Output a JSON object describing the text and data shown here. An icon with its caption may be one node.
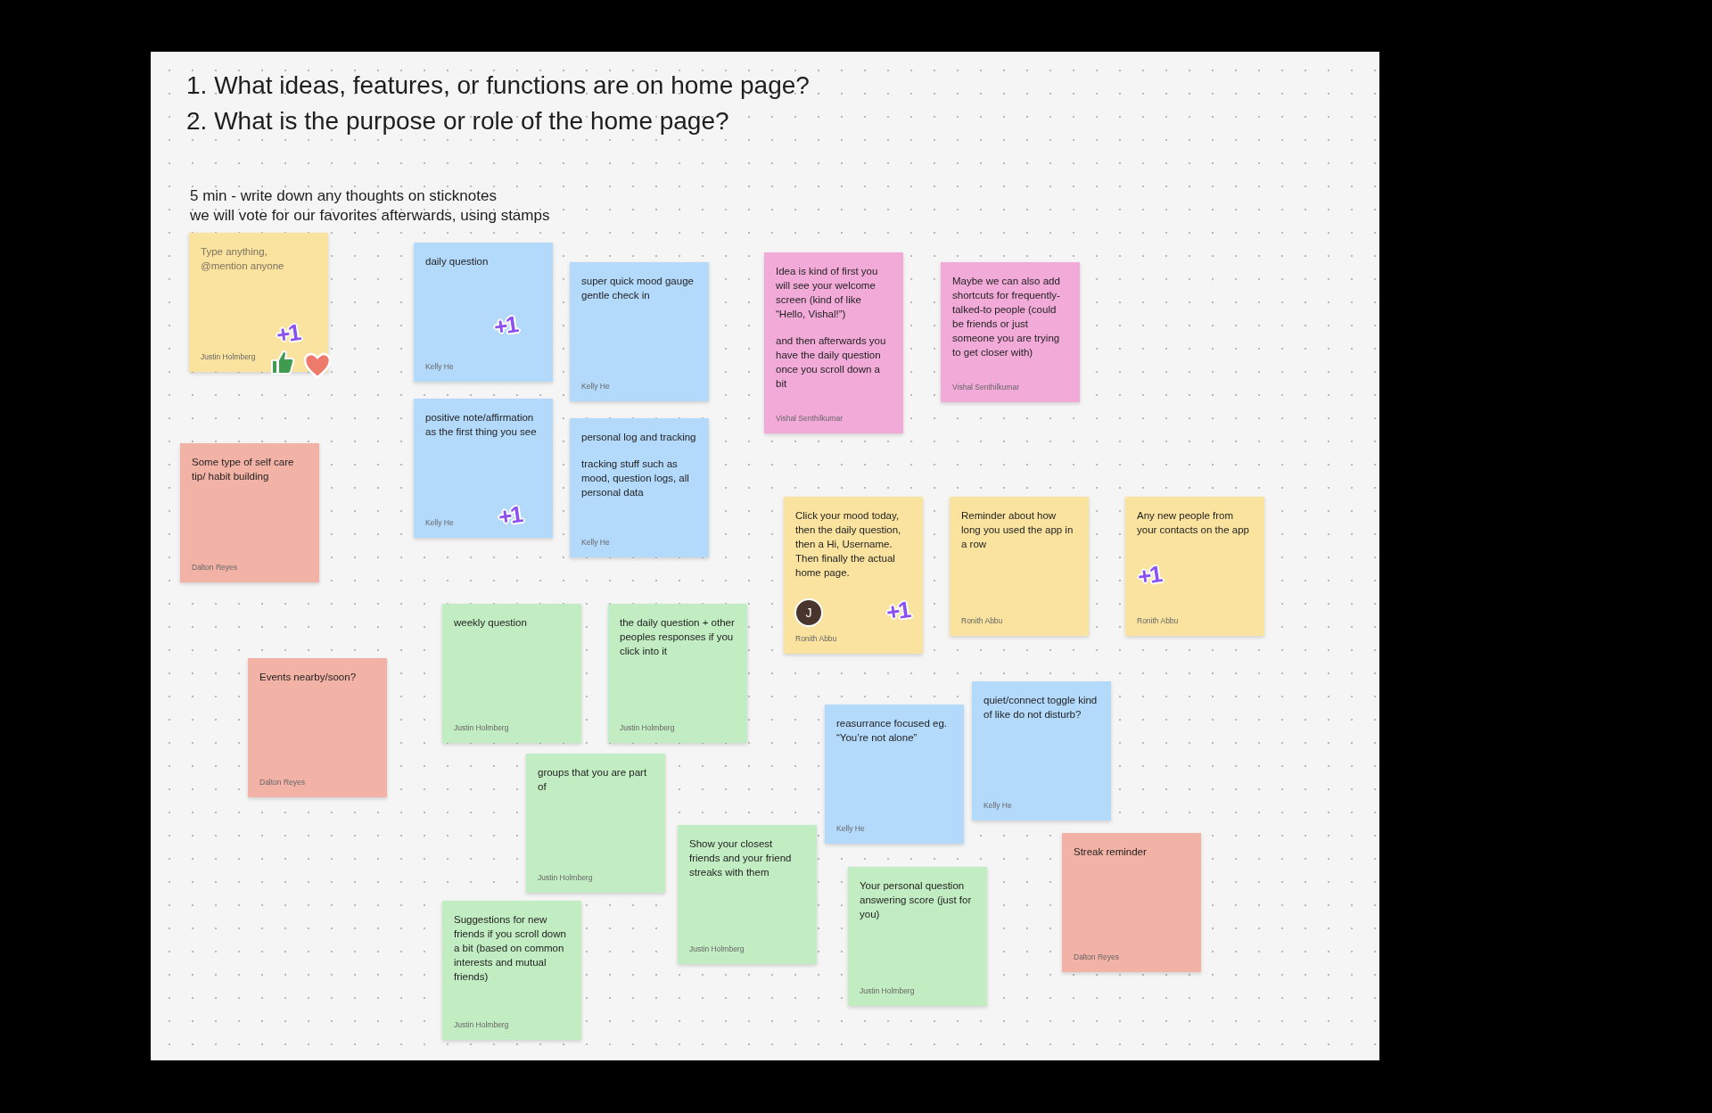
{
  "diagram": {
    "nodes": [
      {
        "text": [
          "Type anything, @mention anyone",
          "Justin Holmberg",
          "+1"
        ]
      },
      {
        "text": [
          "daily question",
          "Kelly He",
          "+1"
        ]
      },
      {
        "text": [
          "super quick mood gauge gentle check in",
          "Kelly He"
        ]
      },
      {
        "text": [
          "positive note/affirmation as the first thing you see",
          "Kelly He",
          "+1"
        ]
      },
      {
        "text": [
          "personal log and tracking",
          "tracking stuff such as mood, question logs, all personal data",
          "Kelly He"
        ]
      },
      {
        "text": [
          "Some type of self care tip/ habit building",
          "Dalton Reyes"
        ]
      },
      {
        "text": [
          "Idea is kind of first you will see your welcome screen (kind of like “Hello, Vishal!”)",
          "and then afterwards you have the daily question once you scroll down a bit",
          "Vishal Senthilkumar"
        ]
      },
      {
        "text": [
          "Maybe we can also add shortcuts for frequently-talked-to people (could be friends or just someone you are trying to get closer with)",
          "Vishal Senthilkumar"
        ]
      },
      {
        "text": [
          "Click your mood today, then the daily question, then a Hi, Username. Then finally the actual home page.",
          "Ronith Abbu",
          "+1"
        ]
      },
      {
        "text": [
          "Reminder about how long you used the app in a row",
          "Ronith Abbu"
        ]
      },
      {
        "text": [
          "Any new people from your contacts on the app",
          "Ronith Abbu",
          "+1"
        ]
      },
      {
        "text": [
          "Events nearby/soon?",
          "Dalton Reyes"
        ]
      },
      {
        "text": [
          "weekly question",
          "Justin Holmberg"
        ]
      },
      {
        "text": [
          "the daily question + other peoples responses if you click into it",
          "Justin Holmberg"
        ]
      },
      {
        "text": [
          "groups that you are part of",
          "Justin Holmberg"
        ]
      },
      {
        "text": [
          "Show your closest friends and your friend streaks with them",
          "Justin Holmberg"
        ]
      },
      {
        "text": [
          "Suggestions for new friends if you scroll down a bit (based on common interests and mutual friends)",
          "Justin Holmberg"
        ]
      },
      {
        "text": [
          "reasurrance focused eg. “You’re not alone”",
          "Kelly He"
        ]
      },
      {
        "text": [
          "quiet/connect toggle kind of like do not disturb?",
          "Kelly He"
        ]
      },
      {
        "text": [
          "Your personal question answering score (just for you)",
          "Justin Holmberg"
        ]
      },
      {
        "text": [
          "Streak reminder",
          "Dalton Reyes"
        ]
      }
    ],
    "labels": [
      "1. What ideas, features, or functions are on home page?",
      "2. What is the purpose or role of the home page?",
      "5 min - write down any thoughts on sticknotes",
      "we will vote for our favorites afterwards, using stamps",
      "J"
    ]
  }
}
